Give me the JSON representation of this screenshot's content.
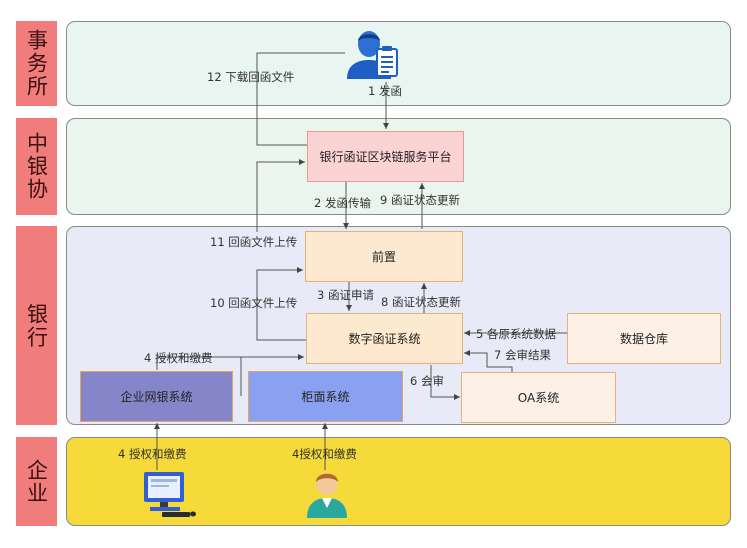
{
  "lanes": {
    "firm": "事务所",
    "cba": "中银协",
    "bank": "银行",
    "enterprise": "企业"
  },
  "nodes": {
    "platform": "银行函证区块链服务平台",
    "front": "前置",
    "digital": "数字函证系统",
    "warehouse": "数据仓库",
    "netbank": "企业网银系统",
    "counter": "柜面系统",
    "oa": "OA系统"
  },
  "labels": {
    "send_letter": "1 发函",
    "transmit": "2 发函传输",
    "apply": "3 函证申请",
    "auth_netbank": "4 授权和缴费",
    "auth_ent_left": "4 授权和缴费",
    "auth_ent_right": "4授权和缴费",
    "source_data": "5 各原系统数据",
    "review": "6 会审",
    "review_result": "7 会审结果",
    "status_update_8": "8 函证状态更新",
    "status_update_9": "9 函证状态更新",
    "upload_10": "10 回函文件上传",
    "upload_11": "11 回函文件上传",
    "download_12": "12 下载回函文件"
  },
  "icons": {
    "auditor": "auditor-with-clipboard-icon",
    "computer": "computer-terminal-icon",
    "person": "person-icon"
  },
  "colors": {
    "lane_firm": "#e8f5f1",
    "lane_cba": "#eaf5ee",
    "lane_bank": "#e9eaf8",
    "lane_enterprise": "#f5da3a",
    "side": "#f07c7c",
    "platform": "#fbd3d3",
    "peach": "#fde9cf",
    "netbank": "#8486c9",
    "counter": "#8aa0f0",
    "light": "#fdf0e6"
  }
}
